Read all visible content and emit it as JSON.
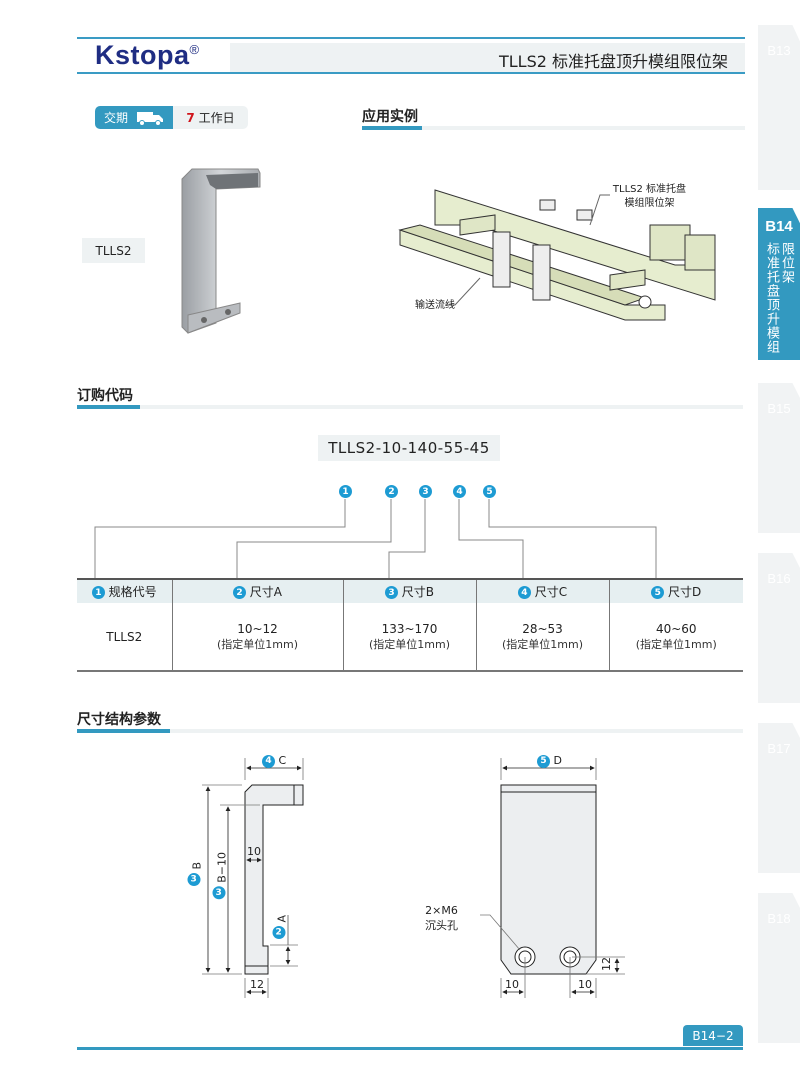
{
  "header": {
    "logo": "Kstopa",
    "logo_mark": "®",
    "title": "TLLS2 标准托盘顶升模组限位架"
  },
  "side_tabs": [
    {
      "label": "B13"
    },
    {
      "label": "B14",
      "active": true,
      "text_col1": "标准托盘顶升模组",
      "text_col2": "限位架"
    },
    {
      "label": "B15"
    },
    {
      "label": "B16"
    },
    {
      "label": "B17"
    },
    {
      "label": "B18"
    }
  ],
  "delivery": {
    "label": "交期",
    "icon": "truck-icon",
    "days": "7",
    "unit": "工作日"
  },
  "product": {
    "label": "TLLS2"
  },
  "application": {
    "heading": "应用实例",
    "callout_limit_line1": "TLLS2 标准托盘",
    "callout_limit_line2": "模组限位架",
    "callout_conveyor": "输送流线"
  },
  "ordering": {
    "heading": "订购代码",
    "code": "TLLS2-10-140-55-45",
    "markers": [
      "1",
      "2",
      "3",
      "4",
      "5"
    ],
    "table": {
      "headers": [
        {
          "n": "1",
          "t": "规格代号"
        },
        {
          "n": "2",
          "t": "尺寸A"
        },
        {
          "n": "3",
          "t": "尺寸B"
        },
        {
          "n": "4",
          "t": "尺寸C"
        },
        {
          "n": "5",
          "t": "尺寸D"
        }
      ],
      "row": [
        "TLLS2",
        "10~12",
        "133~170",
        "28~53",
        "40~60"
      ],
      "unit_note": "(指定单位1mm)"
    }
  },
  "dimensions": {
    "heading": "尺寸结构参数",
    "C": "C",
    "D": "D",
    "B": "B",
    "B10": "B−10",
    "A": "A",
    "w10": "10",
    "w12": "12",
    "hole_line1": "2×M6",
    "hole_line2": "沉头孔",
    "r10a": "10",
    "r10b": "10",
    "r12": "12"
  },
  "footer": {
    "page": "B14−2"
  },
  "colors": {
    "accent": "#3399c0",
    "marker": "#1d9bd3",
    "logo": "#1f2d83",
    "red": "#d0141b"
  }
}
